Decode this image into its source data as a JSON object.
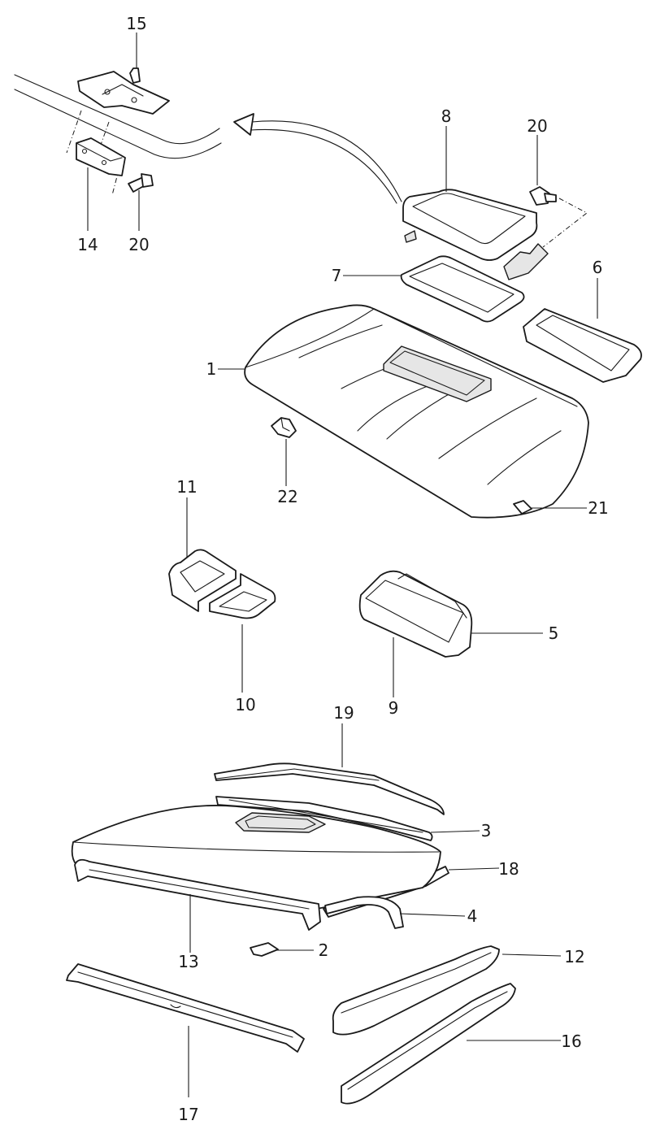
{
  "diagram": {
    "callouts": {
      "c1": "1",
      "c2": "2",
      "c3": "3",
      "c4": "4",
      "c5": "5",
      "c6": "6",
      "c7": "7",
      "c8": "8",
      "c9": "9",
      "c10": "10",
      "c11": "11",
      "c12": "12",
      "c13": "13",
      "c14": "14",
      "c15": "15",
      "c16": "16",
      "c17": "17",
      "c18": "18",
      "c19": "19",
      "c20a": "20",
      "c20b": "20",
      "c21": "21",
      "c22": "22"
    }
  }
}
